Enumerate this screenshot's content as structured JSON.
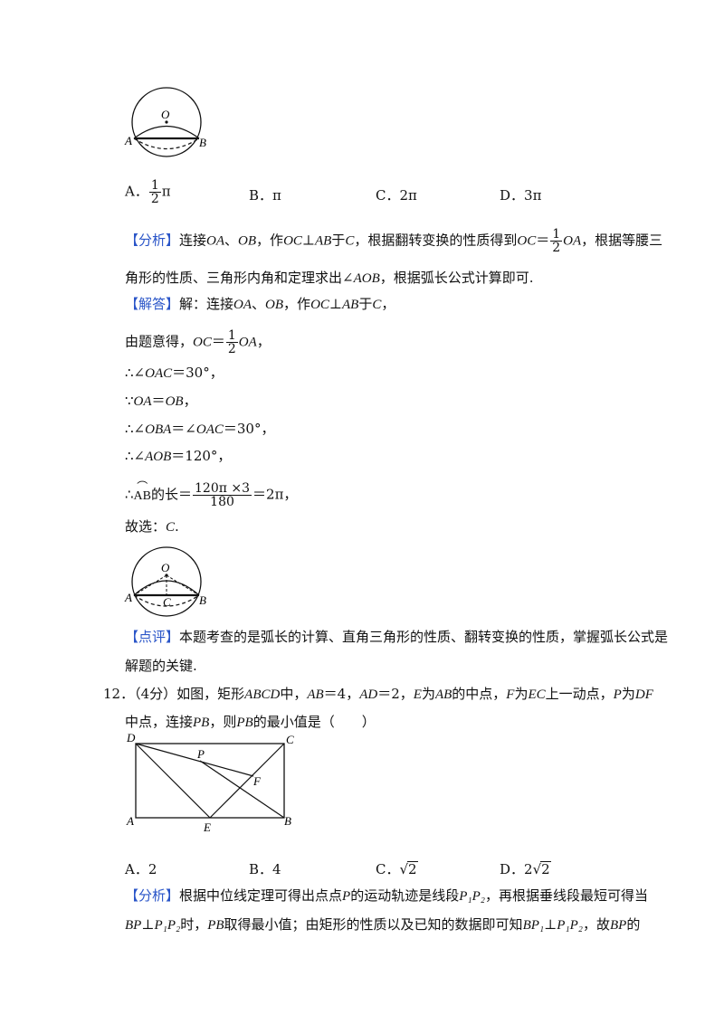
{
  "fig1": {
    "labels": {
      "O": "O",
      "A": "A",
      "B": "B"
    }
  },
  "q11_options": [
    {
      "letter": "A．",
      "text": "π",
      "frac": {
        "num": "1",
        "den": "2"
      }
    },
    {
      "letter": "B．",
      "text": "π"
    },
    {
      "letter": "C．",
      "text": "2π"
    },
    {
      "letter": "D．",
      "text": "3π"
    }
  ],
  "q11_analysis": {
    "tag": "【分析】",
    "line1_a": "连接",
    "oa": "OA",
    "sep": "、",
    "ob": "OB",
    "line1_b": "，作",
    "oc": "OC",
    "perp": "⊥",
    "ab": "AB",
    "line1_c": "于",
    "c": "C",
    "line1_d": "，根据翻转变换的性质得到",
    "oc2": "OC",
    "eq": "＝",
    "frac_num": "1",
    "frac_den": "2",
    "oa2": "OA",
    "line1_e": "，根据等腰三",
    "line2_a": "角形的性质、三角形内角和定理求出∠",
    "aob": "AOB",
    "line2_b": "，根据弧长公式计算即可."
  },
  "q11_solution": {
    "tag": "【解答】",
    "intro_a": "解：连接",
    "oa": "OA",
    "sep": "、",
    "ob": "OB",
    "intro_b": "，作",
    "oc": "OC",
    "perp": "⊥",
    "ab": "AB",
    "intro_c": "于",
    "c": "C",
    "intro_d": "，",
    "s1_a": "由题意得，",
    "s1_oc": "OC",
    "s1_eq": "＝",
    "s1_num": "1",
    "s1_den": "2",
    "s1_oa": "OA",
    "s1_end": "，",
    "s2_a": "∴∠",
    "s2_oac": "OAC",
    "s2_b": "＝30°，",
    "s3_a": "∵",
    "s3_oa": "OA",
    "s3_eq": "＝",
    "s3_ob": "OB",
    "s3_end": "，",
    "s4_a": "∴∠",
    "s4_oba": "OBA",
    "s4_b": "＝∠",
    "s4_oac": "OAC",
    "s4_c": "＝30°，",
    "s5_a": "∴∠",
    "s5_aob": "AOB",
    "s5_b": "＝120°，",
    "s6_a": "∴",
    "s6_arc": "AB",
    "s6_b": "的长＝",
    "s6_num": "120π ×3",
    "s6_den": "180",
    "s6_c": "＝2π，",
    "choice": "故选：",
    "choice_c": "C",
    "choice_end": "."
  },
  "fig2": {
    "labels": {
      "O": "O",
      "A": "A",
      "B": "B",
      "C": "C"
    }
  },
  "q11_comment": {
    "tag": "【点评】",
    "line1": "本题考查的是弧长的计算、直角三角形的性质、翻转变换的性质，掌握弧长公式是",
    "line2": "解题的关键."
  },
  "q12": {
    "number": "12．",
    "score": "（4分）",
    "l1_a": "如图，矩形",
    "abcd": "ABCD",
    "l1_b": "中，",
    "ab": "AB",
    "l1_c": "＝4，",
    "ad": "AD",
    "l1_d": "＝2，",
    "e": "E",
    "l1_e": "为",
    "ab2": "AB",
    "l1_f": "的中点，",
    "f": "F",
    "l1_g": "为",
    "ec": "EC",
    "l1_h": "上一动点，",
    "p": "P",
    "l1_i": "为",
    "df": "DF",
    "l2_a": "中点，连接",
    "pb": "PB",
    "l2_b": "，则",
    "pb2": "PB",
    "l2_c": "的最小值是（　　）"
  },
  "fig3": {
    "labels": {
      "D": "D",
      "C": "C",
      "P": "P",
      "F": "F",
      "A": "A",
      "E": "E",
      "B": "B"
    }
  },
  "q12_options": [
    {
      "letter": "A．",
      "text": "2"
    },
    {
      "letter": "B．",
      "text": "4"
    },
    {
      "letter": "C．",
      "text": "2"
    },
    {
      "letter": "D．",
      "prefix": "2",
      "text": "2"
    }
  ],
  "q12_analysis": {
    "tag": "【分析】",
    "l1_a": "根据中位线定理可得出点点",
    "p": "P",
    "l1_b": "的运动轨迹是线段",
    "p1p2": "P₁P₂",
    "l1_c": "，再根据垂线段最短可得当",
    "l2_bp": "BP",
    "l2_perp": "⊥",
    "l2_p1p2": "P₁P₂",
    "l2_a": "时，",
    "l2_pb": "PB",
    "l2_b": "取得最小值；由矩形的性质以及已知的数据即可知",
    "l2_bp1": "BP₁",
    "l2_perp2": "⊥",
    "l2_p1p2b": "P₁P₂",
    "l2_c": "，故",
    "l2_bp2": "BP",
    "l2_d": "的"
  }
}
